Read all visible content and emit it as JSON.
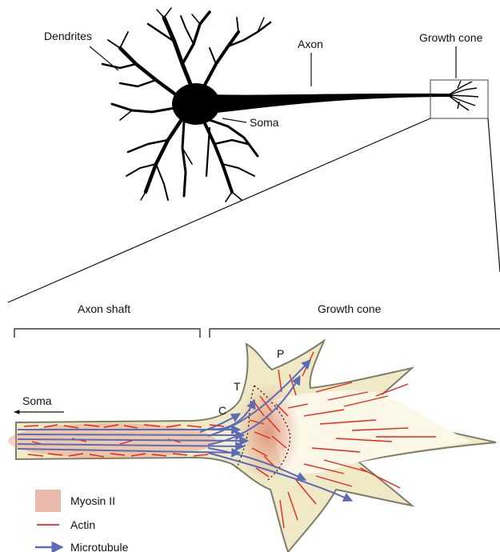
{
  "labels": {
    "dendrites": "Dendrites",
    "axon": "Axon",
    "growth_cone_top": "Growth cone",
    "soma_top": "Soma",
    "axon_shaft": "Axon shaft",
    "growth_cone_bottom": "Growth cone",
    "soma_arrow": "Soma",
    "region_c": "C",
    "region_t": "T",
    "region_p": "P"
  },
  "legend": [
    {
      "key": "myosin",
      "label": "Myosin II",
      "color": "#d9a08f"
    },
    {
      "key": "actin",
      "label": "Actin",
      "color": "#e8261d"
    },
    {
      "key": "microtubule",
      "label": "Microtubule",
      "color": "#5b6bb5"
    }
  ],
  "colors": {
    "neuron": "#000000",
    "cone_fill": "#f3efcf",
    "cone_edge": "#7d7d6a",
    "myosin": "#d9a08f",
    "actin": "#e8261d",
    "microtubule": "#5b6bb5"
  }
}
